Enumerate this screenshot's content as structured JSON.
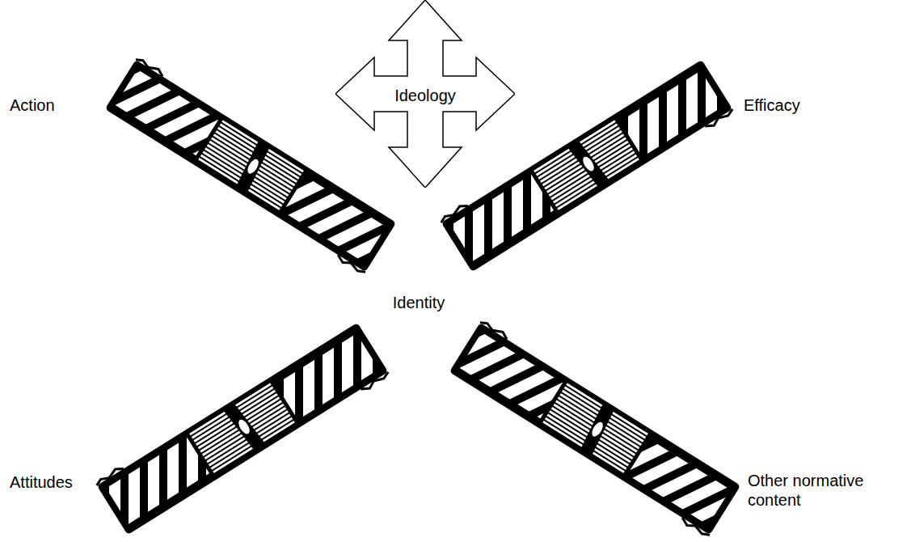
{
  "diagram": {
    "nodes": [
      {
        "text": [
          "Ideology"
        ]
      }
    ],
    "labels": [
      "Action",
      "Efficacy",
      "Identity",
      "Attitudes",
      "Other normative content"
    ]
  }
}
